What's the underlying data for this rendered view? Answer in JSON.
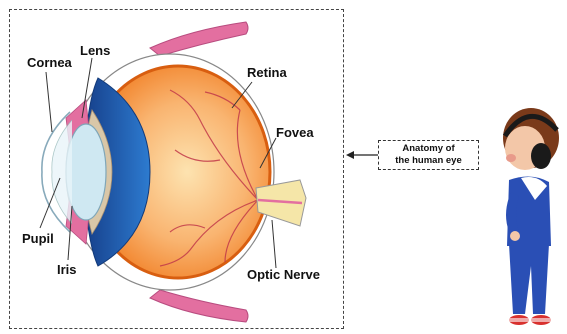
{
  "labels": {
    "cornea": "Cornea",
    "lens": "Lens",
    "retina": "Retina",
    "fovea": "Fovea",
    "pupil": "Pupil",
    "iris": "Iris",
    "optic_nerve": "Optic Nerve"
  },
  "callout": {
    "line1": "Anatomy of",
    "line2": "the human eye"
  },
  "colors": {
    "eyeball": "#f07a1e",
    "iris": "#1f64b4",
    "lens": "#cfe8f2",
    "muscle": "#e36fa0",
    "optic_nerve": "#f5e6a8",
    "character_jacket": "#2a4fb5"
  }
}
